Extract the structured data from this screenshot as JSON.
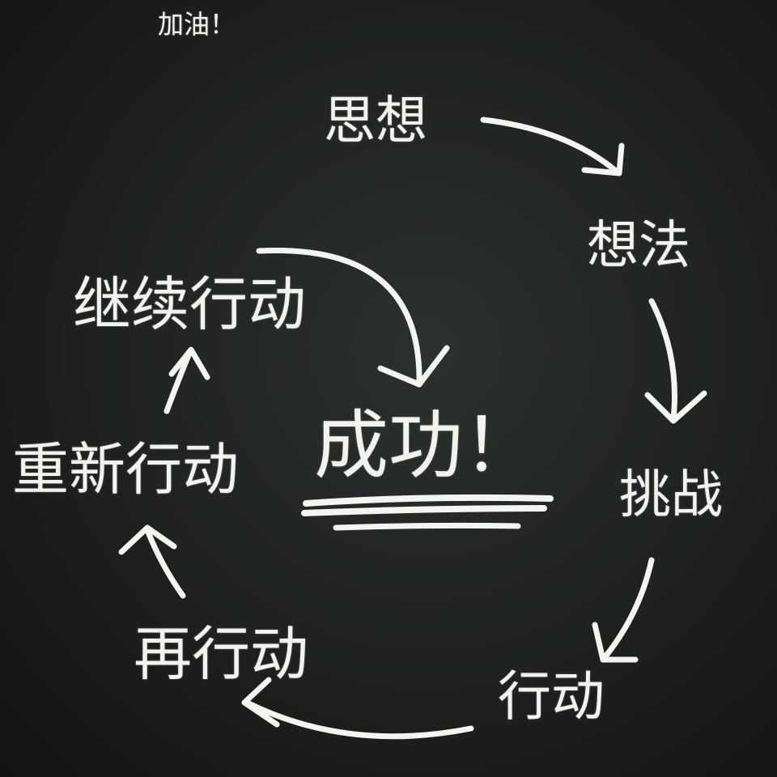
{
  "header": {
    "cheer": "加油！"
  },
  "cycle": {
    "step1": "思想",
    "step2": "想法",
    "step3": "挑战",
    "step4": "行动",
    "step5": "再行动",
    "step6": "重新行动",
    "step7": "继续行动"
  },
  "center": {
    "success": "成功！"
  }
}
